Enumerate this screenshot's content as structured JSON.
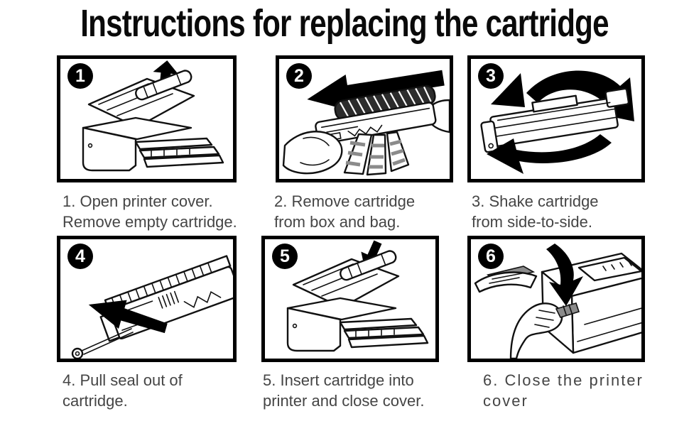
{
  "title": "Instructions for replacing the cartridge",
  "colors": {
    "ink": "#000000",
    "caption_text": "#454545",
    "background": "#ffffff",
    "shade_gray": "#8b8b8b"
  },
  "steps": [
    {
      "number": "1",
      "caption": [
        "1. Open printer cover.",
        "Remove empty cartridge."
      ],
      "illustration": "open-printer-lifted-cartridge",
      "arrow": "up-arrow"
    },
    {
      "number": "2",
      "caption": [
        "2. Remove cartridge",
        "from box and bag."
      ],
      "illustration": "hands-cartridge-bag",
      "arrow": "left-arrow"
    },
    {
      "number": "3",
      "caption": [
        "3. Shake cartridge",
        "from side-to-side."
      ],
      "illustration": "cartridge-shake",
      "arrow": "rotate-arrows"
    },
    {
      "number": "4",
      "caption": [
        "4. Pull seal out of",
        "cartridge."
      ],
      "illustration": "cartridge-seal-pull",
      "arrow": "down-left-arrow"
    },
    {
      "number": "5",
      "caption": [
        "5. Insert cartridge into",
        "printer and close cover."
      ],
      "illustration": "open-printer-insert-cartridge",
      "arrow": "down-arrow"
    },
    {
      "number": "6",
      "caption": [
        "6. Close the printer",
        "cover"
      ],
      "illustration": "hand-closing-cover",
      "arrow": "curved-down-arrow"
    }
  ]
}
